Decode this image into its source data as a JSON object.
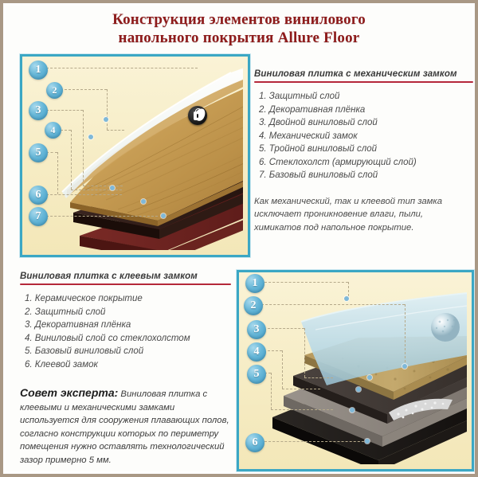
{
  "title": {
    "line1": "Конструкция элементов винилового",
    "line2": "напольного покрытия Allure Floor",
    "color": "#8e1b1b"
  },
  "colors": {
    "frame_border": "#a99885",
    "diagram_border": "#3ba7c4",
    "diagram_bg": "#f7eec9",
    "rule_red": "#b5283a",
    "circle_blue": "#3e9ac4",
    "text_gray": "#4a4a4a"
  },
  "panel_mechanical": {
    "heading": "Виниловая плитка с механическим замком",
    "items": [
      "1. Защитный слой",
      "2. Декоративная плёнка",
      "3. Двойной виниловый слой",
      "4. Механический замок",
      "5. Тройной виниловый слой",
      "6. Стеклохолст (армирующий слой)",
      "7. Базовый виниловый слой"
    ],
    "note": "Как механический, так и клеевой тип замка исключает проникновение влаги, пыли, химикатов под напольное покрытие."
  },
  "panel_adhesive": {
    "heading": "Виниловая плитка с клеевым замком",
    "items": [
      "1. Керамическое покрытие",
      "2. Защитный слой",
      "3. Декоративная плёнка",
      "4. Виниловый слой со стеклохолстом",
      "5. Базовый виниловый слой",
      "6. Клеевой замок"
    ]
  },
  "tip": {
    "label": "Совет эксперта:",
    "text": " Виниловая плитка с клеевыми и механическими замками используется для сооружения плавающих полов, согласно конструкции которых по периметру помещения нужно оставлять технологический зазор примерно 5 мм."
  },
  "diagram_top": {
    "callouts": [
      "1",
      "2",
      "3",
      "4",
      "5",
      "6",
      "7"
    ],
    "badge": "padlock-badge"
  },
  "diagram_bottom": {
    "callouts": [
      "1",
      "2",
      "3",
      "4",
      "5",
      "6"
    ]
  }
}
